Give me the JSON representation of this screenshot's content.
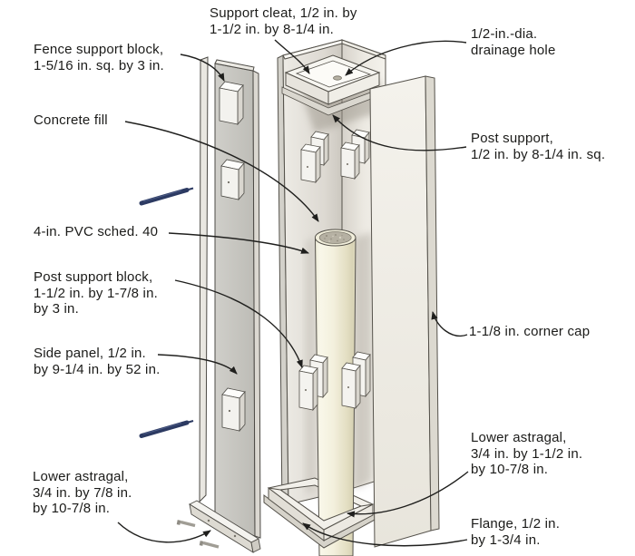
{
  "labels": {
    "support_cleat": {
      "lines": [
        "Support cleat, 1/2 in. by",
        "1-1/2 in. by 8-1/4 in."
      ]
    },
    "drainage_hole": {
      "lines": [
        "1/2-in.-dia.",
        "drainage hole"
      ]
    },
    "fence_support_block": {
      "lines": [
        "Fence support block,",
        "1-5/16 in. sq. by 3 in."
      ]
    },
    "concrete_fill": {
      "lines": [
        "Concrete fill"
      ]
    },
    "post_support": {
      "lines": [
        "Post support,",
        "1/2 in. by 8-1/4 in. sq."
      ]
    },
    "pvc": {
      "lines": [
        "4-in. PVC sched. 40"
      ]
    },
    "post_support_block": {
      "lines": [
        "Post support block,",
        "1-1/2 in. by 1-7/8 in.",
        "by 3 in."
      ]
    },
    "side_panel": {
      "lines": [
        "Side panel, 1/2 in.",
        "by 9-1/4 in. by 52 in."
      ]
    },
    "corner_cap": {
      "lines": [
        "1-1/8 in. corner cap"
      ]
    },
    "lower_astragal_right": {
      "lines": [
        "Lower astragal,",
        "3/4 in. by 1-1/2 in.",
        "by 10-7/8 in."
      ]
    },
    "lower_astragal_left": {
      "lines": [
        "Lower astragal,",
        "3/4 in. by 7/8 in.",
        "by 10-7/8 in."
      ]
    },
    "flange": {
      "lines": [
        "Flange, 1/2 in.",
        "by 1-3/4 in."
      ]
    }
  },
  "colors": {
    "background": "#ffffff",
    "line_art": "#54514a",
    "leader": "#1f1f1d",
    "text": "#1b1b19",
    "left_panel_gray": "#c6c5c0",
    "right_panel": "#f0eee7",
    "wall_light": "#ece9e3",
    "pvc_cream": "#f2eedb",
    "concrete_gray": "#b6b1a3",
    "screw_blue": "#2c3a62",
    "screw_gray": "#a09d95"
  }
}
